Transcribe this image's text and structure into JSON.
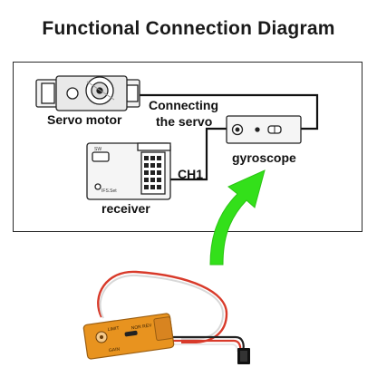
{
  "title": "Functional Connection Diagram",
  "labels": {
    "servo_motor": "Servo motor",
    "connecting_line1": "Connecting",
    "connecting_line2": "the servo",
    "ch1": "CH1",
    "gyroscope": "gyroscope",
    "receiver": "receiver"
  },
  "receiver_marks": {
    "sw": "SW",
    "ifs": "IFS.Set"
  },
  "device_marks": {
    "limit": "LIMIT",
    "nor_rev": "NOR REV",
    "gain": "GAIN"
  },
  "colors": {
    "arrow": "#33e01a",
    "device_body": "#e8931f",
    "wire_red": "#d83a2a",
    "wire_white": "#e8e8e8",
    "wire_black": "#222222"
  }
}
